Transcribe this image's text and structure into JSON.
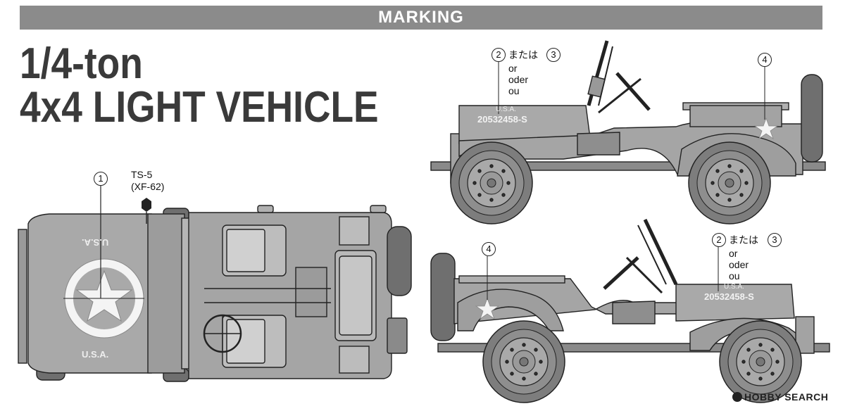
{
  "banner": {
    "text": "MARKING"
  },
  "title": {
    "line1": "1/4-ton",
    "line2": "4x4 LIGHT VEHICLE"
  },
  "top_view": {
    "callout_marker": "1",
    "paint_code": "TS-5",
    "paint_code_sub": "(XF-62)",
    "hood_text_top": "U.S.A.",
    "hood_text_bottom": "U.S.A."
  },
  "side_view_right": {
    "marker_a": "2",
    "marker_or_jp": "または",
    "marker_b": "3",
    "or_en": "or",
    "or_de": "oder",
    "or_fr": "ou",
    "marker_star": "4",
    "hood_serial": "20532458-S",
    "hood_usa": "U.S.A."
  },
  "side_view_left": {
    "marker_a": "2",
    "marker_or_jp": "または",
    "marker_b": "3",
    "or_en": "or",
    "or_de": "oder",
    "or_fr": "ou",
    "marker_star": "4",
    "hood_serial": "20532458-S",
    "hood_usa": "U.S.A."
  },
  "watermark": {
    "text": "HOBBY SEARCH"
  },
  "colors": {
    "banner": "#8b8b8b",
    "vehicle": "#a9a9a9",
    "vehicle_dark": "#7d7d7d",
    "title": "#3a3a3a"
  }
}
